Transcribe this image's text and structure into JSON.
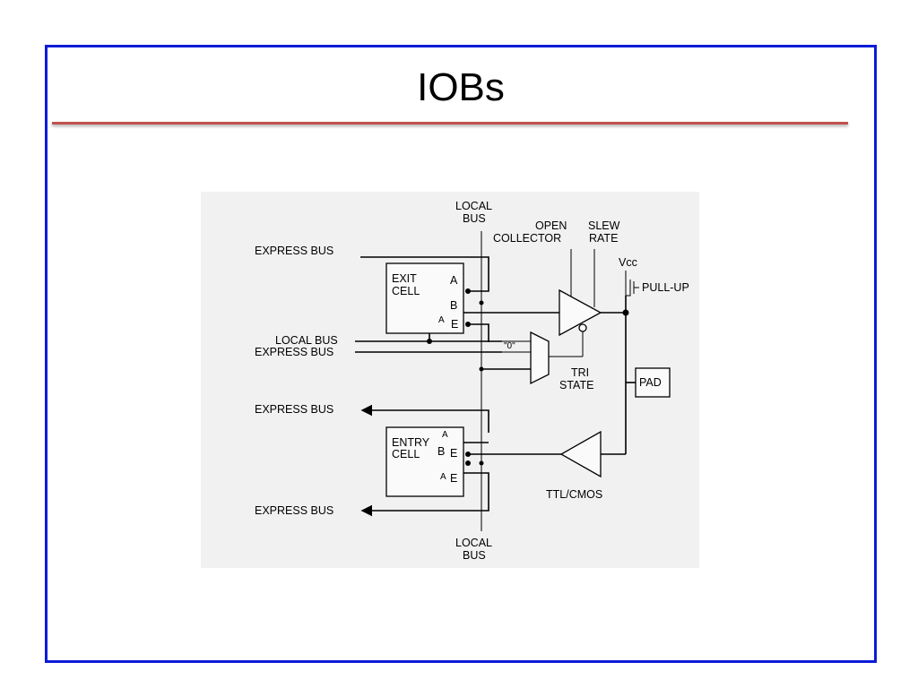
{
  "slide": {
    "title": "IOBs",
    "colors": {
      "border": "#0b1bd6",
      "title_rule": "#c0504d"
    }
  },
  "diagram": {
    "labels": {
      "local_bus_top_1": "LOCAL",
      "local_bus_top_2": "BUS",
      "open_collector_1": "OPEN",
      "open_collector_2": "COLLECTOR",
      "slew_rate_1": "SLEW",
      "slew_rate_2": "RATE",
      "vcc": "Vcc",
      "pull_up": "PULL-UP",
      "express_bus_1": "EXPRESS BUS",
      "local_bus_left": "LOCAL BUS",
      "express_bus_2": "EXPRESS BUS",
      "express_bus_3": "EXPRESS BUS",
      "express_bus_4": "EXPRESS BUS",
      "exit_cell_1": "EXIT",
      "exit_cell_2": "CELL",
      "exit_a": "A",
      "exit_b": "B",
      "exit_a2": "A",
      "exit_e": "E",
      "mux_zero": "\"0\"",
      "tri_state_1": "TRI",
      "tri_state_2": "STATE",
      "pad": "PAD",
      "entry_cell_1": "ENTRY",
      "entry_cell_2": "CELL",
      "entry_a": "A",
      "entry_b": "B",
      "entry_e": "E",
      "entry_a2": "A",
      "entry_e2": "E",
      "ttl_cmos": "TTL/CMOS",
      "local_bus_bottom_1": "LOCAL",
      "local_bus_bottom_2": "BUS"
    }
  }
}
